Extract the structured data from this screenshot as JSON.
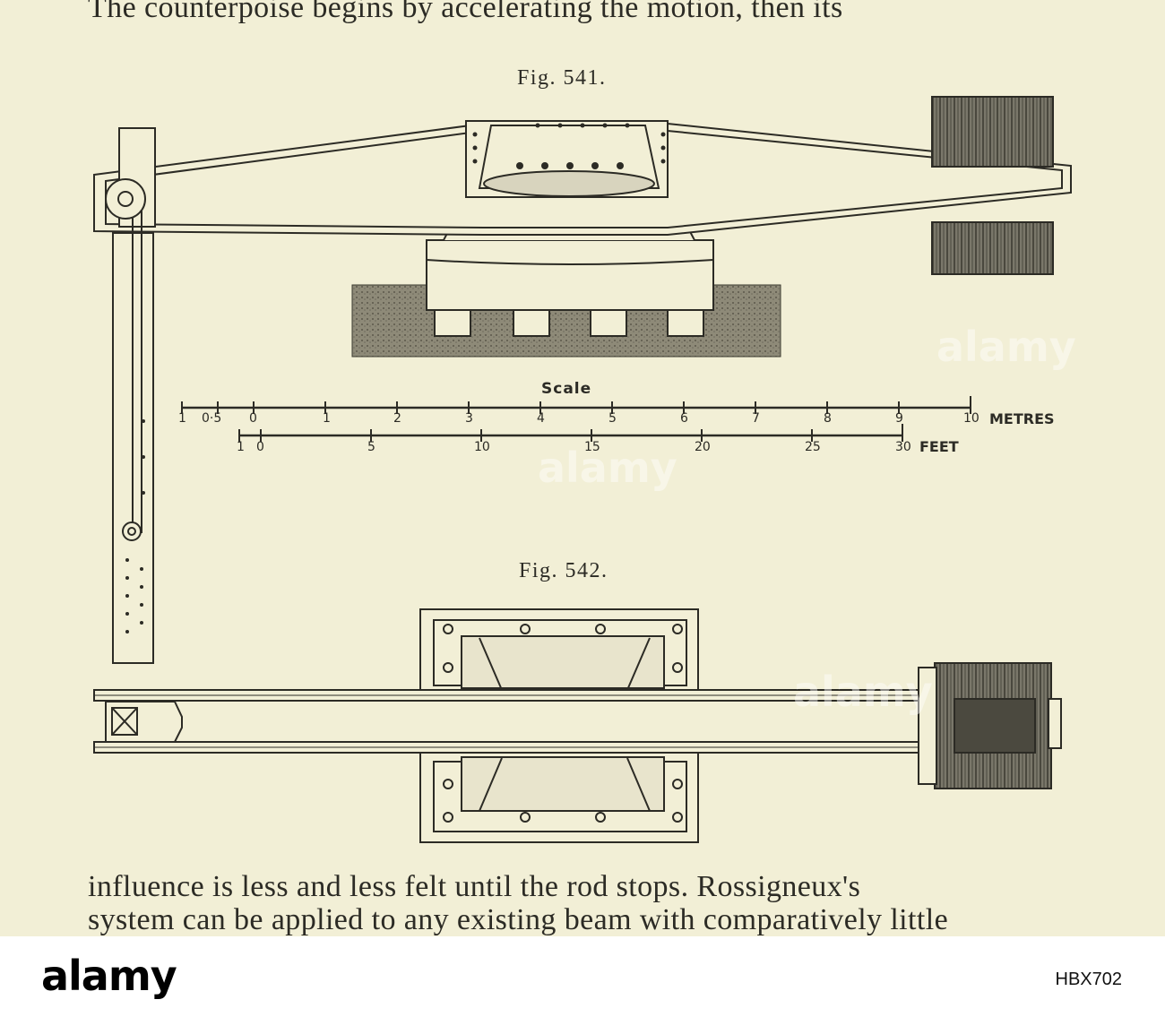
{
  "text": {
    "top_line": "The counterpoise begins by accelerating the motion, then its",
    "bottom_line_1": "influence is less and less felt until the rod stops.  Rossigneux's",
    "bottom_line_2": "system can be applied to any existing beam with comparatively little"
  },
  "figures": {
    "fig541_caption": "Fig. 541.",
    "fig542_caption": "Fig. 542."
  },
  "scale": {
    "title": "Scale",
    "metre_ticks": [
      "1",
      "0·5",
      "0",
      "1",
      "2",
      "3",
      "4",
      "5",
      "6",
      "7",
      "8",
      "9",
      "10"
    ],
    "metre_unit": "METRES",
    "feet_ticks": [
      "1",
      "0",
      "5",
      "10",
      "15",
      "20",
      "25",
      "30"
    ],
    "feet_unit": "FEET"
  },
  "watermark": {
    "brand": "alamy",
    "image_id": "HBX702"
  },
  "colors": {
    "paper": "#f2efd6",
    "ink": "#2c2b25",
    "footer": "#ffffff"
  }
}
